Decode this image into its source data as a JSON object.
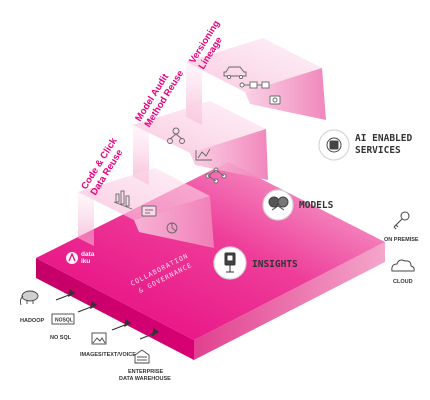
{
  "layers": [
    {
      "label_line1": "Code & Click",
      "label_line2": "Data Reuse"
    },
    {
      "label_line1": "Model Audit",
      "label_line2": "Method Reuse"
    },
    {
      "label_line1": "Versioning",
      "label_line2": "Lineage"
    }
  ],
  "outputs": {
    "insights": "INSIGHTS",
    "models": "MODELS",
    "ai_line1": "AI ENABLED",
    "ai_line2": "SERVICES"
  },
  "base": {
    "logo_line1": "data",
    "logo_line2": "iku",
    "caption_line1": "COLLABORATION",
    "caption_line2": "& GOVERNANCE"
  },
  "sources": {
    "hadoop": "HADOOP",
    "nosql": "NO SQL",
    "nosql_box": "NOSQL",
    "images": "IMAGES/TEXT/VOICE",
    "ewh_line1": "ENTERPRISE",
    "ewh_line2": "DATA WAREHOUSE"
  },
  "deploy": {
    "on_premise": "ON PREMISE",
    "cloud": "CLOUD"
  },
  "colors": {
    "accent": "#E6007E",
    "base_side": "#D4006F",
    "text_dark": "#333333"
  },
  "icons": [
    "bar-chart-icon",
    "dashboard-icon",
    "pie-chart-icon",
    "scatter-icon",
    "network-icon",
    "hierarchy-icon",
    "car-icon",
    "workflow-icon",
    "chip-icon",
    "brain-icon",
    "kiosk-icon",
    "elephant-icon",
    "image-icon",
    "database-icon",
    "key-icon",
    "cloud-icon"
  ]
}
